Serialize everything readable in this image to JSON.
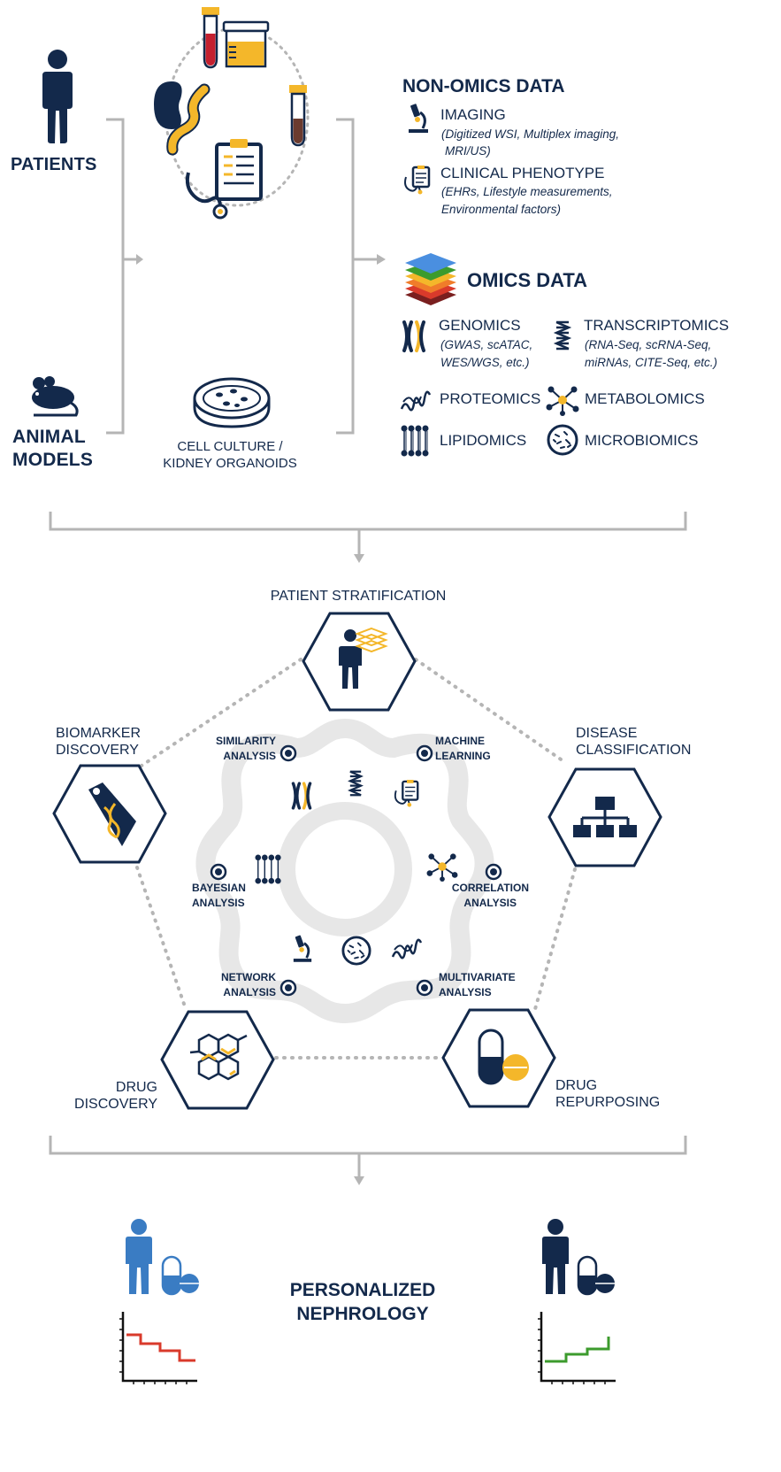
{
  "sources": {
    "patients": "PATIENTS",
    "animal_models_line1": "ANIMAL",
    "animal_models_line2": "MODELS",
    "cell_culture_line1": "CELL CULTURE /",
    "cell_culture_line2": "KIDNEY ORGANOIDS"
  },
  "non_omics": {
    "title": "NON-OMICS DATA",
    "imaging_title": "IMAGING",
    "imaging_detail_line1": "(Digitized WSI, Multiplex imaging,",
    "imaging_detail_line2": "MRI/US)",
    "clinical_title": "CLINICAL PHENOTYPE",
    "clinical_detail_line1": "(EHRs, Lifestyle measurements,",
    "clinical_detail_line2": "Environmental factors)"
  },
  "omics": {
    "title": "OMICS DATA",
    "genomics_title": "GENOMICS",
    "genomics_detail_line1": "(GWAS, scATAC,",
    "genomics_detail_line2": "WES/WGS, etc.)",
    "transcriptomics_title": "TRANSCRIPTOMICS",
    "transcriptomics_detail_line1": "(RNA-Seq, scRNA-Seq,",
    "transcriptomics_detail_line2": "miRNAs, CITE-Seq, etc.)",
    "proteomics": "PROTEOMICS",
    "metabolomics": "METABOLOMICS",
    "lipidomics": "LIPIDOMICS",
    "microbiomics": "MICROBIOMICS"
  },
  "applications": {
    "patient_stratification": "PATIENT STRATIFICATION",
    "biomarker_line1": "BIOMARKER",
    "biomarker_line2": "DISCOVERY",
    "disease_line1": "DISEASE",
    "disease_line2": "CLASSIFICATION",
    "drug_discovery_line1": "DRUG",
    "drug_discovery_line2": "DISCOVERY",
    "drug_repurposing_line1": "DRUG",
    "drug_repurposing_line2": "REPURPOSING"
  },
  "analyses": {
    "similarity_line1": "SIMILARITY",
    "similarity_line2": "ANALYSIS",
    "machine_line1": "MACHINE",
    "machine_line2": "LEARNING",
    "bayesian_line1": "BAYESIAN",
    "bayesian_line2": "ANALYSIS",
    "correlation_line1": "CORRELATION",
    "correlation_line2": "ANALYSIS",
    "network_line1": "NETWORK",
    "network_line2": "ANALYSIS",
    "multivariate_line1": "MULTIVARIATE",
    "multivariate_line2": "ANALYSIS"
  },
  "outcome": {
    "line1": "PERSONALIZED",
    "line2": "NEPHROLOGY"
  },
  "colors": {
    "navy": "#13294b",
    "gold": "#f4b72a",
    "gray": "#b5b5b5",
    "blue": "#3a7cc3",
    "red": "#d93a2b",
    "green": "#3c9b2d"
  }
}
